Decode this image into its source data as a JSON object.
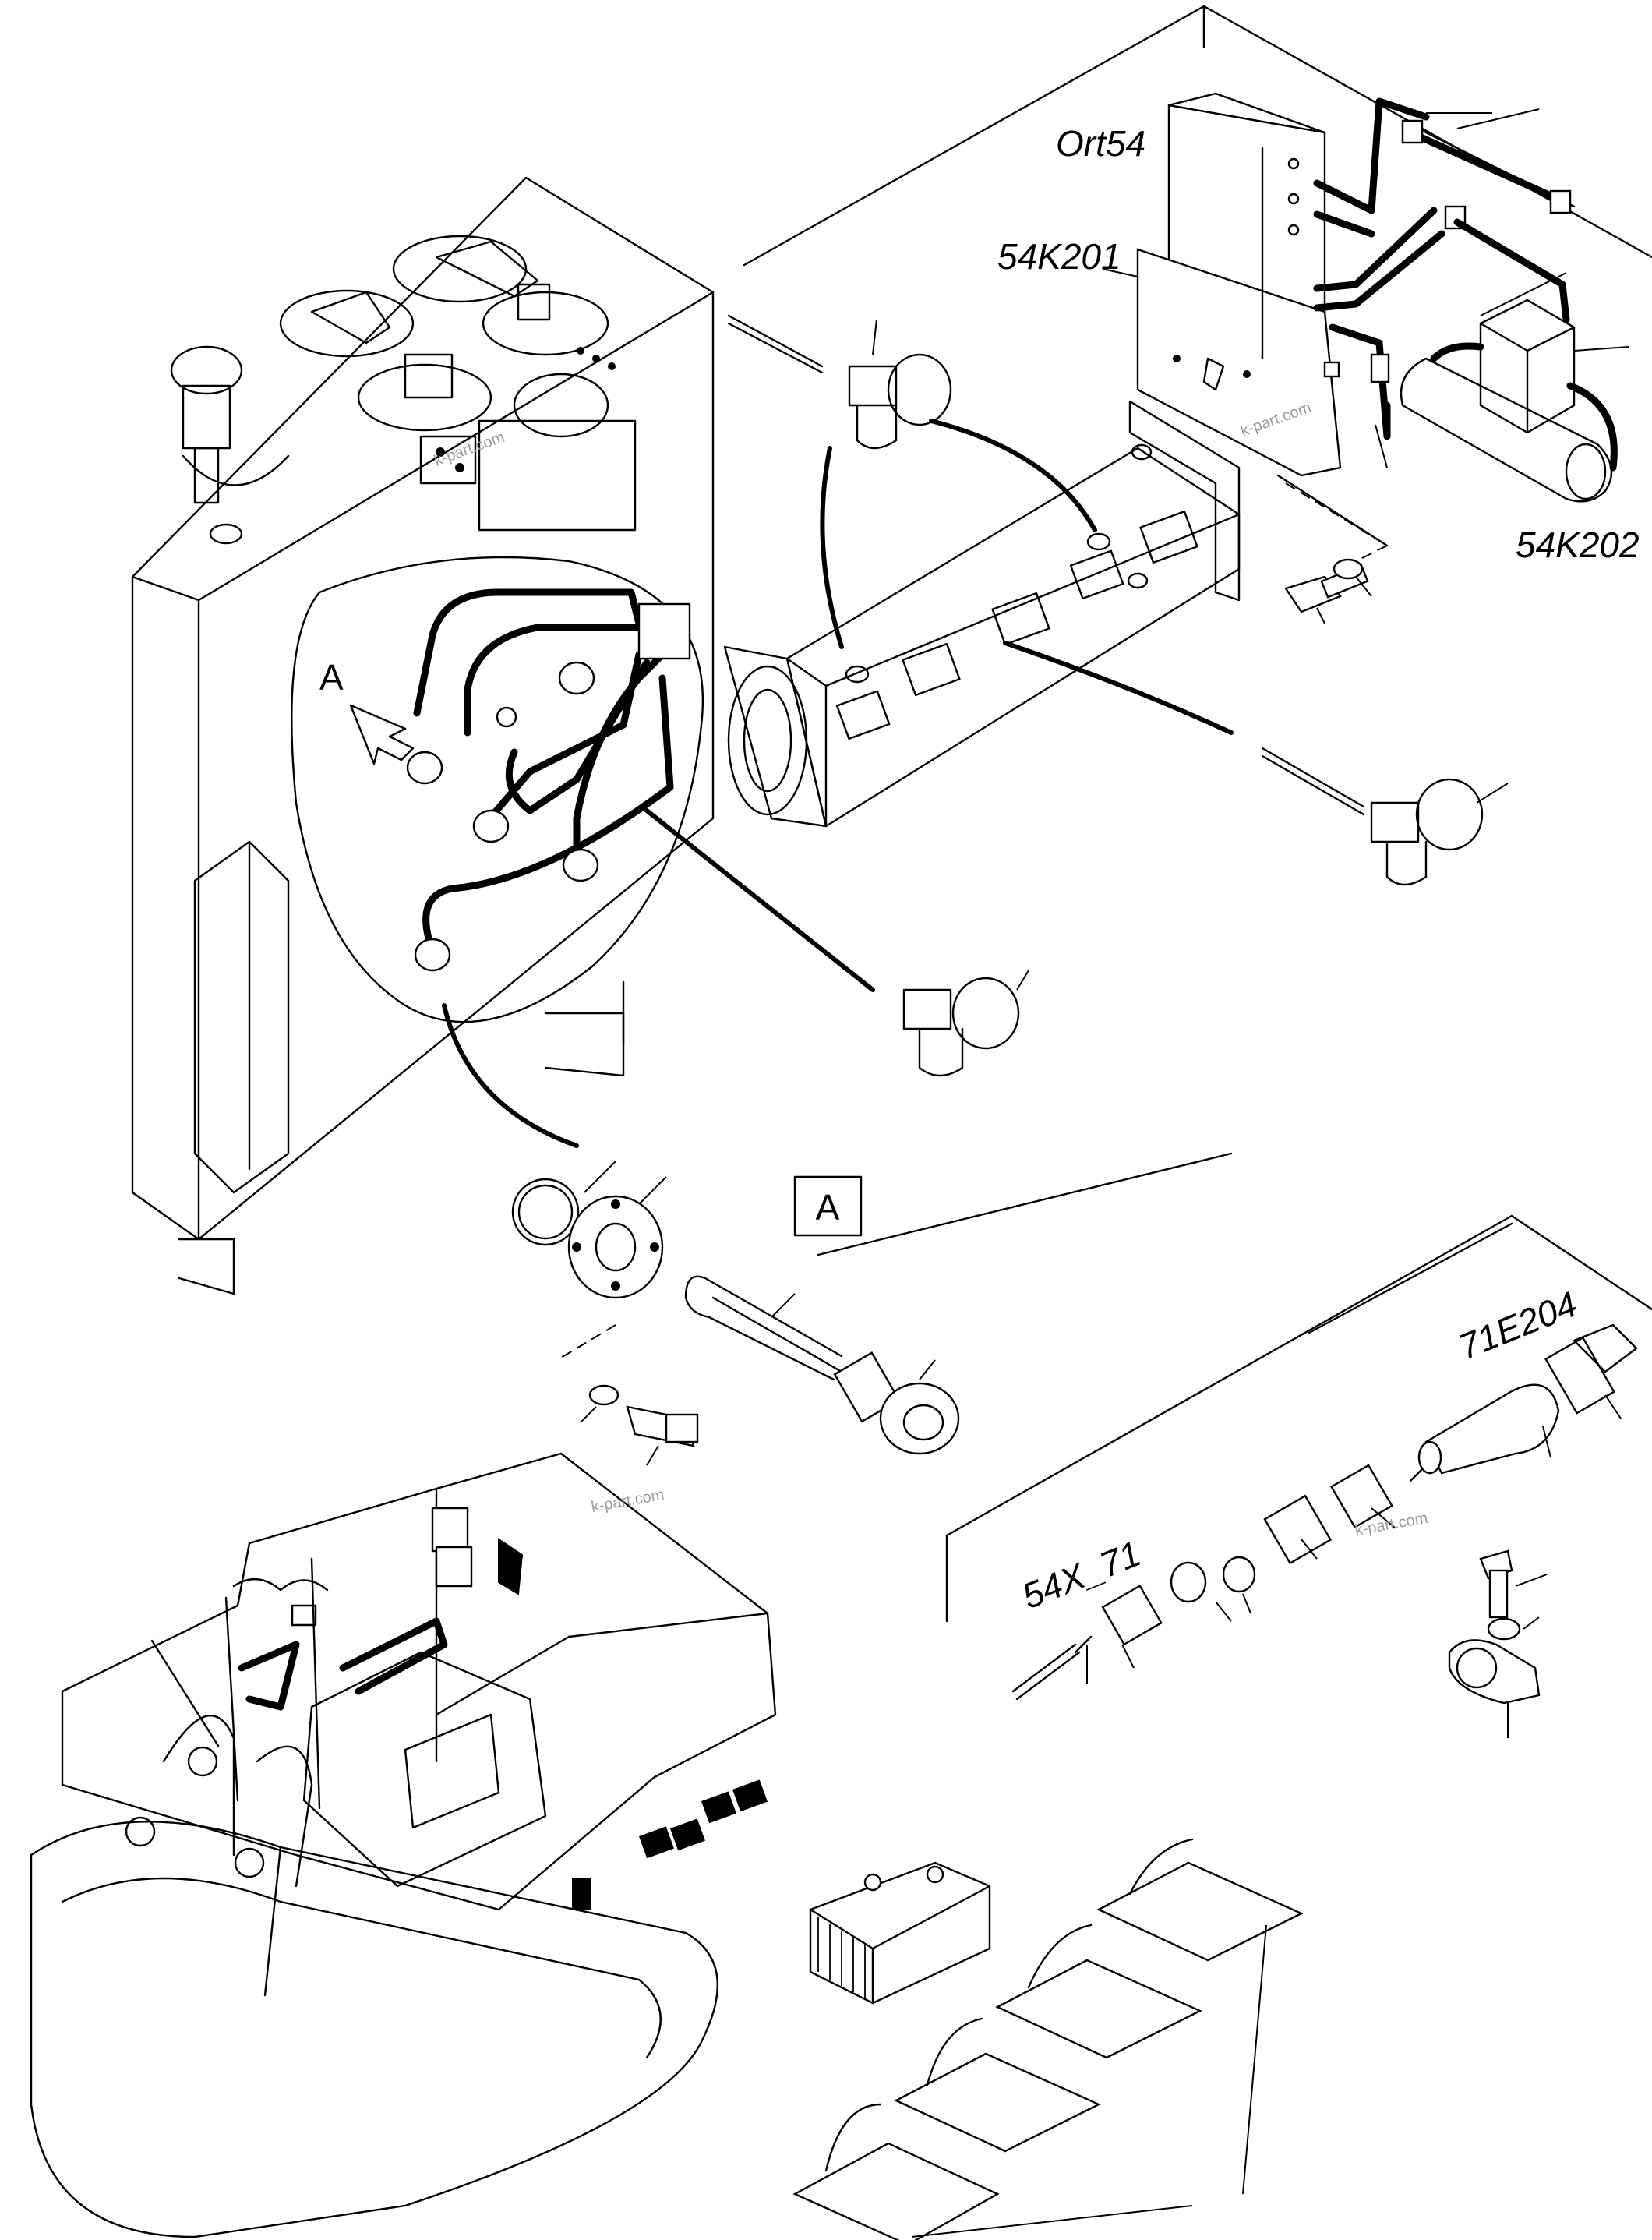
{
  "labels": {
    "ort54": "Ort54",
    "k201": "54K201",
    "k202": "54K202",
    "x71": "54X_71",
    "e204": "71E204",
    "view_arrow": "A",
    "detail_box": "A"
  },
  "watermark": "k-part.com",
  "colors": {
    "line": "#000000",
    "background": "#ffffff",
    "watermark": "#9a9a9a"
  }
}
